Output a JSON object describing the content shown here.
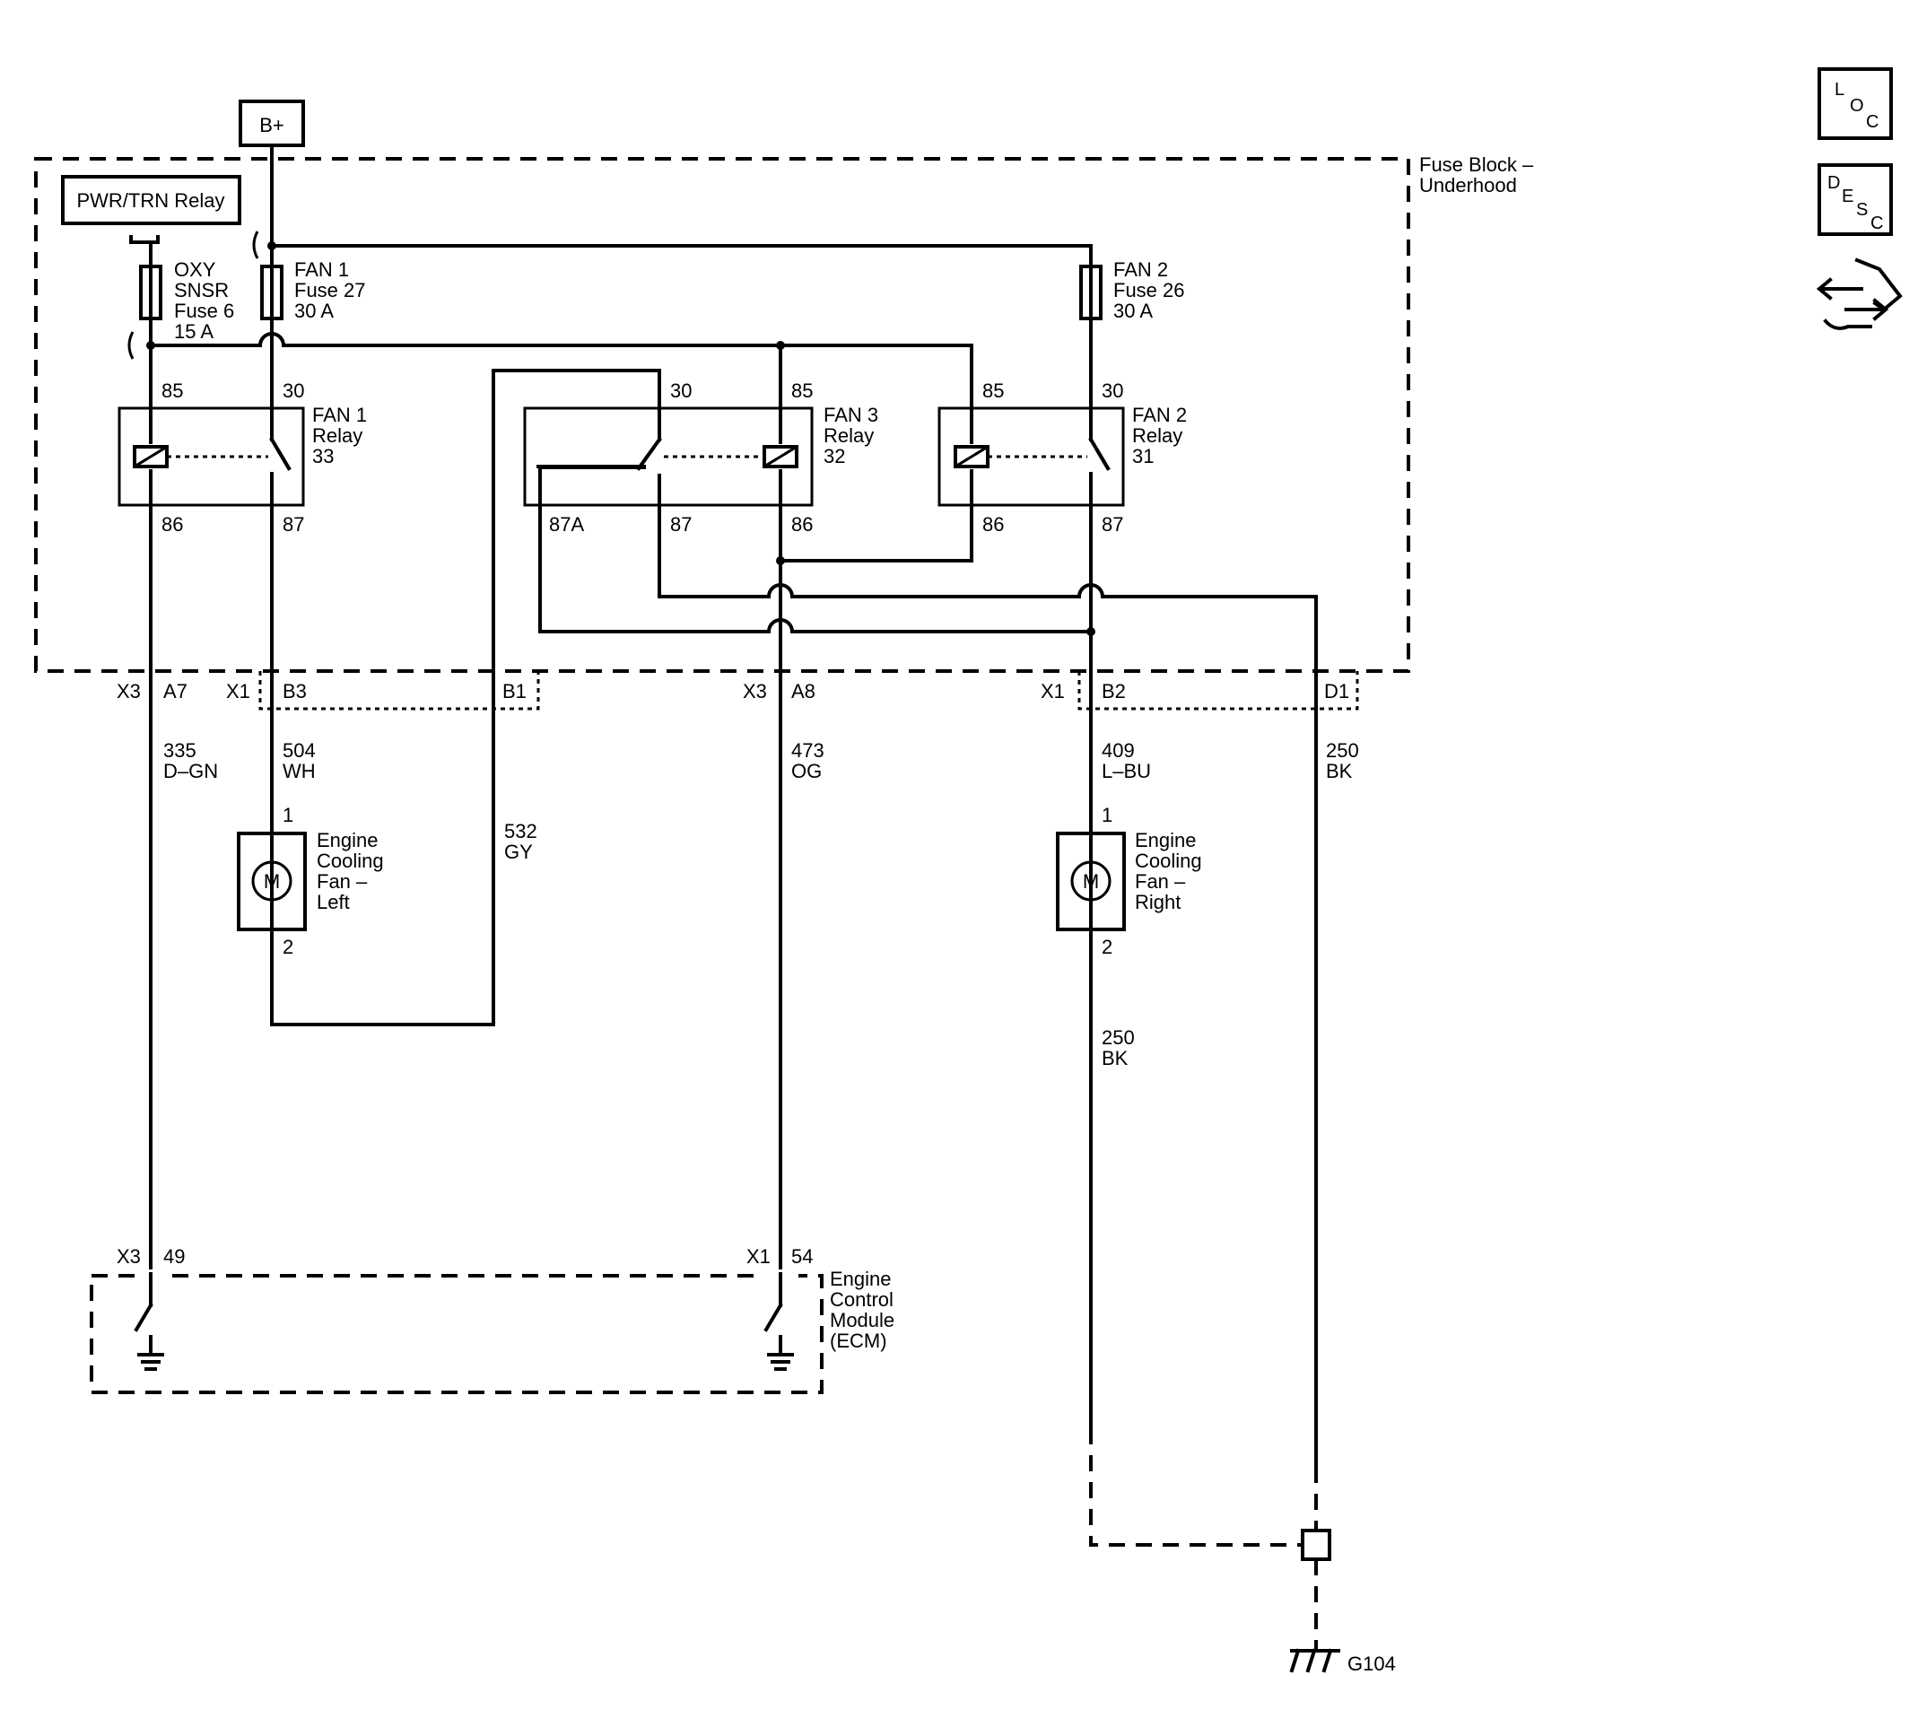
{
  "supply": {
    "label": "B+"
  },
  "pwr_relay": {
    "label": "PWR/TRN Relay"
  },
  "fuse_block": {
    "lines": [
      "Fuse Block –",
      "Underhood"
    ]
  },
  "fuses": {
    "oxy": [
      "OXY",
      "SNSR",
      "Fuse 6",
      "15 A"
    ],
    "fan1": [
      "FAN 1",
      "Fuse 27",
      "30 A"
    ],
    "fan2": [
      "FAN 2",
      "Fuse 26",
      "30 A"
    ]
  },
  "relays": {
    "fan1": {
      "name": [
        "FAN 1",
        "Relay",
        "33"
      ],
      "pins": {
        "p85": "85",
        "p30": "30",
        "p86": "86",
        "p87": "87"
      }
    },
    "fan3": {
      "name": [
        "FAN 3",
        "Relay",
        "32"
      ],
      "pins": {
        "p30": "30",
        "p85": "85",
        "p87a": "87A",
        "p87": "87",
        "p86": "86"
      }
    },
    "fan2": {
      "name": [
        "FAN 2",
        "Relay",
        "31"
      ],
      "pins": {
        "p85": "85",
        "p30": "30",
        "p86": "86",
        "p87": "87"
      }
    }
  },
  "connectors": {
    "x3a": "X3",
    "a7": "A7",
    "x1a": "X1",
    "b3": "B3",
    "b1": "B1",
    "x3b": "X3",
    "a8": "A8",
    "x1b": "X1",
    "b2": "B2",
    "d1": "D1"
  },
  "wires": {
    "w335": [
      "335",
      "D–GN"
    ],
    "w504": [
      "504",
      "WH"
    ],
    "w532": [
      "532",
      "GY"
    ],
    "w473": [
      "473",
      "OG"
    ],
    "w409": [
      "409",
      "L–BU"
    ],
    "w250a": [
      "250",
      "BK"
    ],
    "w250b": [
      "250",
      "BK"
    ]
  },
  "fans": {
    "left": {
      "name": [
        "Engine",
        "Cooling",
        "Fan –",
        "Left"
      ],
      "pin_top": "1",
      "pin_bottom": "2",
      "motor": "M"
    },
    "right": {
      "name": [
        "Engine",
        "Cooling",
        "Fan –",
        "Right"
      ],
      "pin_top": "1",
      "pin_bottom": "2",
      "motor": "M"
    }
  },
  "ecm": {
    "name": [
      "Engine",
      "Control",
      "Module",
      "(ECM)"
    ],
    "pin_left": {
      "conn": "X3",
      "pin": "49"
    },
    "pin_right": {
      "conn": "X1",
      "pin": "54"
    }
  },
  "ground": {
    "label": "G104"
  },
  "nav_icons": {
    "loc": [
      "L",
      "O",
      "C"
    ],
    "desc": [
      "D",
      "E",
      "S",
      "C"
    ]
  }
}
